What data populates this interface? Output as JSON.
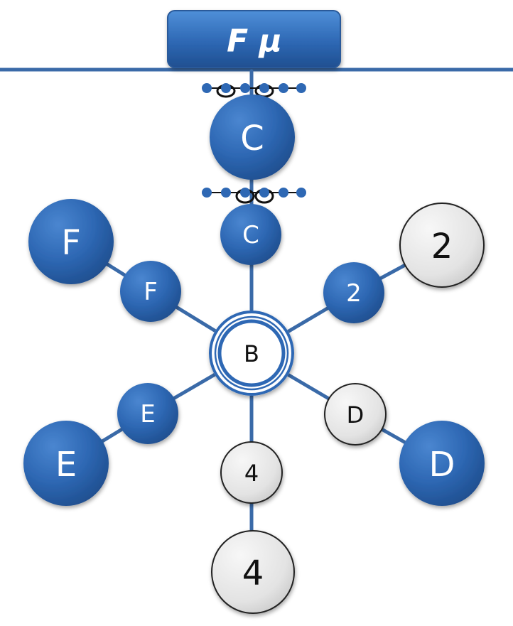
{
  "colors": {
    "blue": "#2e68b4",
    "blue_dark": "#1e4f8f",
    "gray_fill": "#e6e6e6",
    "gray_stroke": "#222222",
    "line": "#3a6aa8",
    "white": "#ffffff"
  },
  "title": {
    "text": "F μ"
  },
  "center": {
    "label": "B"
  },
  "nodes": {
    "c_big": "C",
    "c_small": "C",
    "f_big": "F",
    "f_small": "F",
    "two_big": "2",
    "two_small": "2",
    "e_big": "E",
    "e_small": "E",
    "d_big": "D",
    "d_small": "D",
    "four_big": "4",
    "four_small": "4"
  }
}
